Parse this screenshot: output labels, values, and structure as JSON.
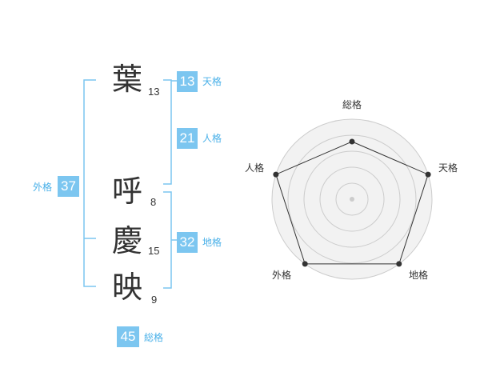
{
  "name": {
    "characters": [
      {
        "char": "葉",
        "strokes": "13"
      },
      {
        "char": "呼",
        "strokes": "8"
      },
      {
        "char": "慶",
        "strokes": "15"
      },
      {
        "char": "映",
        "strokes": "9"
      }
    ]
  },
  "fortune": {
    "tenkaku": {
      "value": "13",
      "label": "天格"
    },
    "jinkaku": {
      "value": "21",
      "label": "人格"
    },
    "chikaku": {
      "value": "32",
      "label": "地格"
    },
    "gaikaku": {
      "value": "37",
      "label": "外格"
    },
    "soukaku": {
      "value": "45",
      "label": "総格"
    }
  },
  "colors": {
    "accent": "#7cc6f0",
    "accent_text": "#49b0e8",
    "bracket": "#7cc6f0",
    "radar_fill": "#f2f2f2",
    "radar_grid": "#cccccc",
    "radar_line": "#333333"
  },
  "radar": {
    "axes": [
      "総格",
      "天格",
      "地格",
      "外格",
      "人格"
    ],
    "levels": 5,
    "values": [
      0.72,
      1.0,
      1.0,
      1.0,
      1.0
    ]
  }
}
